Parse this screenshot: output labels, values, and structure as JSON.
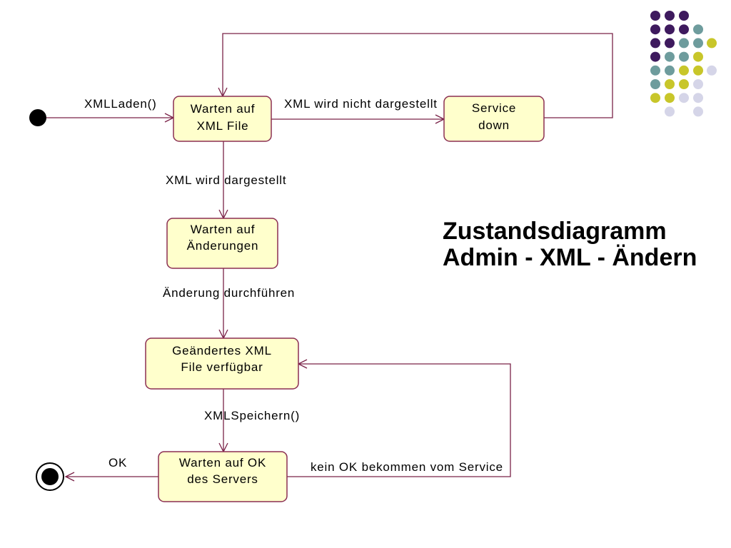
{
  "title": {
    "line1": "Zustandsdiagramm",
    "line2": "Admin - XML - Ändern"
  },
  "states": {
    "warten_xml": {
      "line1": "Warten auf",
      "line2": "XML File"
    },
    "service_down": {
      "line1": "Service",
      "line2": "down"
    },
    "warten_aenderungen": {
      "line1": "Warten auf",
      "line2": "Änderungen"
    },
    "geaendertes_xml": {
      "line1": "Geändertes XML",
      "line2": "File verfügbar"
    },
    "warten_ok": {
      "line1": "Warten auf OK",
      "line2": "des Servers"
    }
  },
  "transitions": {
    "xml_laden": "XMLLaden()",
    "nicht_dargestellt": "XML wird nicht dargestellt",
    "dargestellt": "XML wird dargestellt",
    "aenderung": "Änderung durchführen",
    "speichern": "XMLSpeichern()",
    "kein_ok": "kein OK bekommen vom Service",
    "ok": "OK"
  },
  "colors": {
    "state_fill": "#FFFFCC",
    "state_stroke": "#8B2E52",
    "edge": "#7A2348",
    "pseudostate": "#000000",
    "title": "#000000"
  },
  "decor": {
    "palette": {
      "p": "#3E1A5E",
      "t": "#6E9C9D",
      "y": "#C8C62A",
      "l": "#D5D5E8"
    },
    "dot_rows": [
      [
        "p",
        "p",
        "p",
        "",
        ""
      ],
      [
        "p",
        "p",
        "p",
        "t",
        ""
      ],
      [
        "p",
        "p",
        "t",
        "t",
        "y"
      ],
      [
        "p",
        "t",
        "t",
        "y",
        ""
      ],
      [
        "t",
        "t",
        "y",
        "y",
        "l"
      ],
      [
        "t",
        "y",
        "y",
        "l",
        ""
      ],
      [
        "y",
        "y",
        "l",
        "l",
        ""
      ],
      [
        "",
        "l",
        "",
        "l",
        ""
      ]
    ]
  }
}
